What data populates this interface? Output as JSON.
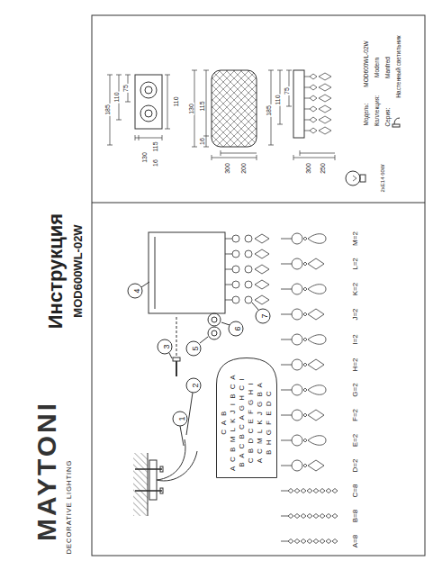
{
  "diagram": {
    "title": "Инструкция",
    "nodes": [
      {
        "text": [
          "C A B",
          "A C B M L K J I B C A",
          "B A C B C A G H C I",
          "C B D C E F G H I",
          "A C M L K J G B A",
          "B H G F E D C"
        ]
      }
    ],
    "labels": [
      "MAYTONI",
      "DECORATIVE LIGHTING",
      "MOD600WL-02W",
      "1",
      "2",
      "3",
      "4",
      "5",
      "6",
      "7",
      "A=8",
      "B=8",
      "C=8",
      "D=2",
      "E=2",
      "F=2",
      "G=2",
      "H=2",
      "I=2",
      "J=2",
      "K=2",
      "L=2",
      "M=2",
      "185",
      "110",
      "75",
      "130",
      "16",
      "115",
      "110",
      "130",
      "16",
      "115",
      "300",
      "200",
      "185",
      "110",
      "75",
      "300",
      "250",
      "Модель:",
      "MOD600WL-02W",
      "Коллекция:",
      "Modern",
      "Серия:",
      "Manfred",
      "Настенный светильник",
      "2xE14 60W"
    ]
  }
}
